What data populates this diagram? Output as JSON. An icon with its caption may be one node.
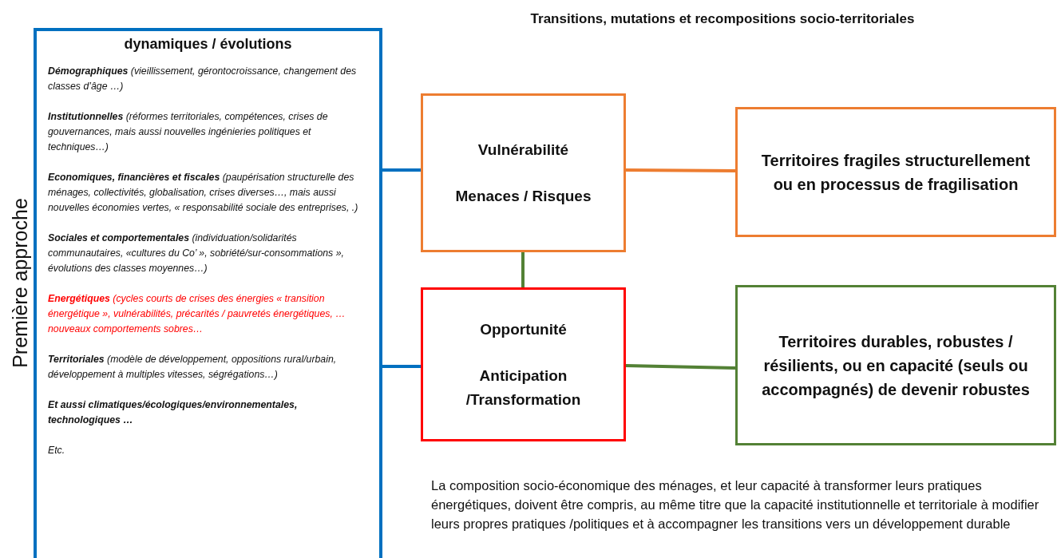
{
  "diagram": {
    "title": "Transitions, mutations et recompositions socio-territoriales",
    "nodes": [
      {
        "text": [
          "dynamiques / évolutions",
          "**Démographiques** (vieillissement, gérontocroissance, changement des classes d’âge …)",
          "**Institutionnelles** (réformes territoriales, compétences, crises de gouvernances, mais aussi nouvelles ingénieries politiques et techniques…)",
          "**Economiques, financières et fiscales** (paupérisation structurelle des ménages, collectivités, globalisation, crises diverses…, mais aussi nouvelles économies vertes, « responsabilité sociale des entreprises, .)",
          "**Sociales et comportementales** (individuation/solidarités communautaires, «cultures du Co’ », sobriété/sur-consommations », évolutions des classes moyennes…)",
          "**Energétiques** (cycles courts de crises des énergies « transition énergétique », vulnérabilités, précarités / pauvretés énergétiques, … nouveaux comportements sobres…",
          "**Territoriales** (modèle de développement, oppositions rural/urbain, développement à multiples vitesses, ségrégations…)",
          "Et aussi climatiques/écologiques/environnementales, technologiques …",
          "Etc."
        ],
        "beside": [
          "Première approche"
        ]
      },
      {
        "text": [
          "Vulnérabilité",
          "Menaces / Risques"
        ]
      },
      {
        "text": [
          "Opportunité",
          "Anticipation /Transformation"
        ]
      },
      {
        "text": [
          "Territoires fragiles structurellement ou en processus de fragilisation"
        ]
      },
      {
        "text": [
          "Territoires durables, robustes / résilients, ou en capacité (seuls ou accompagnés) de devenir robustes"
        ]
      }
    ],
    "edges": [
      {
        "from": 0,
        "to": 1,
        "arrow": "none",
        "color": "#0070c0"
      },
      {
        "from": 0,
        "to": 2,
        "arrow": "none",
        "color": "#0070c0"
      },
      {
        "from": 1,
        "to": 3,
        "arrow": "none",
        "color": "#ed7d31"
      },
      {
        "from": 1,
        "to": 2,
        "arrow": "none",
        "color": "#538135"
      },
      {
        "from": 2,
        "to": 4,
        "arrow": "none",
        "color": "#538135"
      }
    ],
    "labels": [
      "La composition socio-économique des ménages, et leur capacité à transformer leurs pratiques énergétiques, doivent être compris, au même titre que la capacité institutionnelle et territoriale à modifier leurs propres pratiques /politiques et à accompagner les transitions vers un développement durable"
    ]
  }
}
